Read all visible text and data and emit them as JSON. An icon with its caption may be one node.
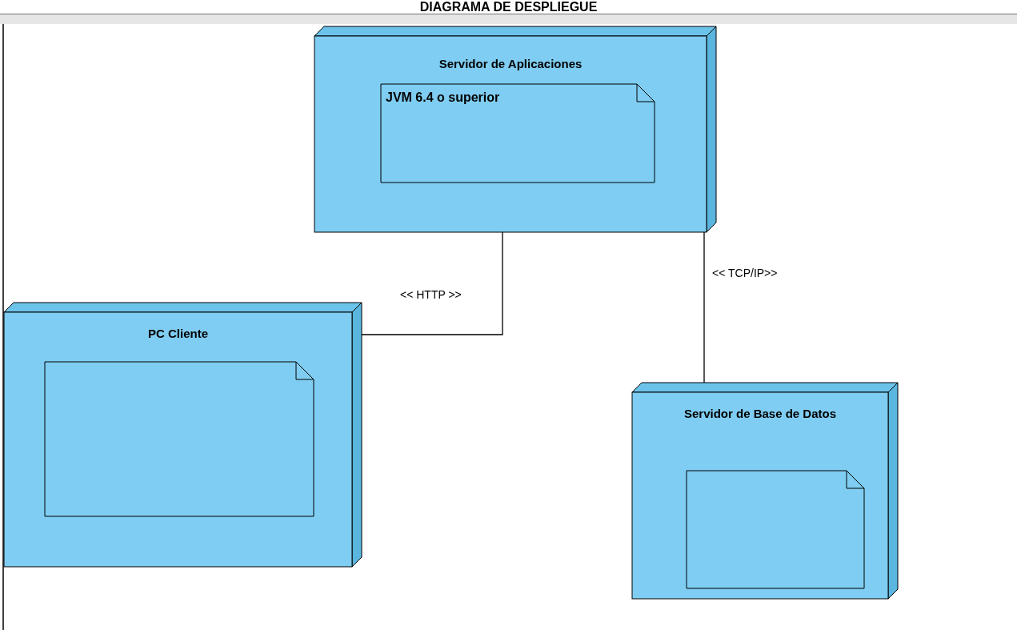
{
  "diagram": {
    "title": "DIAGRAMA DE DESPLIEGUE",
    "nodes": [
      {
        "text": [
          "Servidor de Aplicaciones"
        ]
      },
      {
        "text": [
          "JVM 6.4 o superior"
        ],
        "in": 0
      },
      {
        "text": [
          "PC Cliente"
        ]
      },
      {
        "text": [],
        "shape": "note",
        "in": 2
      },
      {
        "text": [
          "Servidor de Base de Datos"
        ]
      },
      {
        "text": [],
        "shape": "note",
        "in": 4
      }
    ],
    "edges": [
      {
        "from": 0,
        "to": 2,
        "arrow": "none",
        "label": "<< HTTP >>"
      },
      {
        "from": 0,
        "to": 4,
        "arrow": "none",
        "label": "<< TCP/IP>>"
      }
    ]
  }
}
